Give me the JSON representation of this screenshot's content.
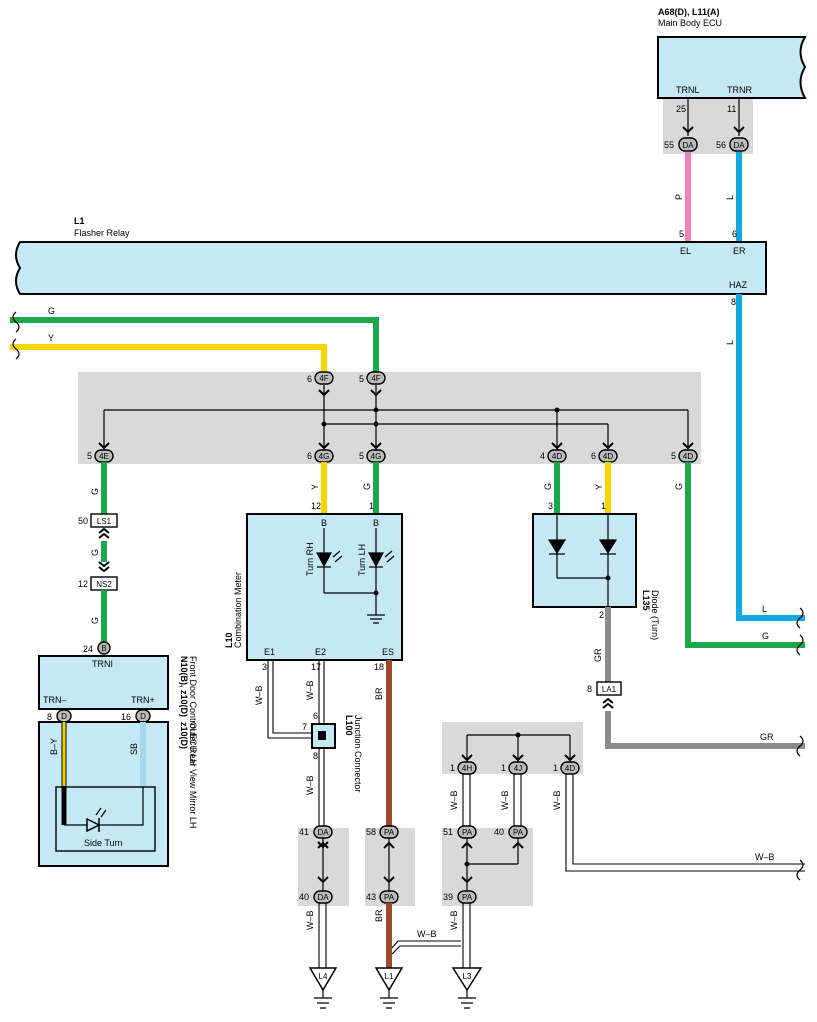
{
  "main_body_ecu": {
    "code": "A68(D), L11(A)",
    "name": "Main Body ECU",
    "pin_left": "TRNL",
    "pin_right": "TRNR",
    "pin_left_no": "25",
    "pin_right_no": "11"
  },
  "connectors": {
    "da55": {
      "pin": "55",
      "label": "DA"
    },
    "da56": {
      "pin": "56",
      "label": "DA"
    },
    "f6": {
      "pin": "6",
      "label": "4F"
    },
    "f5": {
      "pin": "5",
      "label": "4F"
    },
    "e5": {
      "pin": "5",
      "label": "4E"
    },
    "g6": {
      "pin": "6",
      "label": "4G"
    },
    "g5": {
      "pin": "5",
      "label": "4G"
    },
    "d4": {
      "pin": "4",
      "label": "4D"
    },
    "d6": {
      "pin": "6",
      "label": "4D"
    },
    "d5": {
      "pin": "5",
      "label": "4D"
    },
    "ls1": {
      "pin": "50",
      "label": "LS1"
    },
    "ns2": {
      "pin": "12",
      "label": "NS2"
    },
    "b24": {
      "pin": "24",
      "label": "B"
    },
    "la1": {
      "pin": "8",
      "label": "LA1"
    },
    "h4": {
      "pin": "1",
      "label": "4H"
    },
    "j4": {
      "pin": "1",
      "label": "4J"
    },
    "d41": {
      "pin": "1",
      "label": "4D"
    },
    "da41": {
      "pin": "41",
      "label": "DA"
    },
    "da40": {
      "pin": "40",
      "label": "DA"
    },
    "pa58": {
      "pin": "58",
      "label": "PA"
    },
    "pa43": {
      "pin": "43",
      "label": "PA"
    },
    "pa51": {
      "pin": "51",
      "label": "PA"
    },
    "pa40": {
      "pin": "40",
      "label": "PA"
    },
    "pa39": {
      "pin": "39",
      "label": "PA"
    },
    "d8": {
      "pin": "8",
      "label": "D"
    },
    "d16": {
      "pin": "16",
      "label": "D"
    }
  },
  "flasher_relay": {
    "code": "L1",
    "name": "Flasher Relay",
    "pin_el": "EL",
    "pin_er": "ER",
    "pin_haz": "HAZ",
    "el_no": "5",
    "er_no": "6",
    "haz_no": "8"
  },
  "wires": {
    "p": "P",
    "l": "L",
    "g": "G",
    "y": "Y",
    "gr": "GR",
    "br": "BR",
    "wb": "W–B",
    "by": "B–Y",
    "sb": "SB"
  },
  "combination_meter": {
    "code": "L10",
    "name": "Combination Meter",
    "pin12": "12",
    "pin1": "1",
    "b1": "B",
    "b2": "B",
    "turn_rh": "Turn RH",
    "turn_lh": "Turn LH",
    "e1": "E1",
    "e2": "E2",
    "es": "ES",
    "e1_no": "3",
    "e2_no": "17",
    "es_no": "18"
  },
  "diode": {
    "code": "L135",
    "name": "Diode (Turn)",
    "pin3": "3",
    "pin1": "1",
    "pin2": "2"
  },
  "junction": {
    "code": "L100",
    "name": "Junction Connector",
    "pin7": "7",
    "pin6": "6",
    "pin8": "8"
  },
  "front_door_ecu": {
    "code": "N10(B), z10(D)",
    "name": "Front Door Control ECU LH",
    "trni": "TRNI",
    "trn_minus": "TRN–",
    "trn_plus": "TRN+"
  },
  "mirror": {
    "code": "z10(D)",
    "name": "Outer Rear View Mirror LH",
    "lamp": "Side Turn"
  },
  "grounds": {
    "l4": "L4",
    "l1": "L1",
    "l3": "L3"
  },
  "colors": {
    "box": "#c5e8f5",
    "gray_panel": "#d9d9d9",
    "green": "#1aa84a",
    "yellow": "#f7d500",
    "blue": "#14a8e0",
    "pink": "#ee82b8",
    "brown": "#9e4a2d",
    "gray_wire": "#8c8c8c",
    "light_blue": "#a5d8f0"
  }
}
